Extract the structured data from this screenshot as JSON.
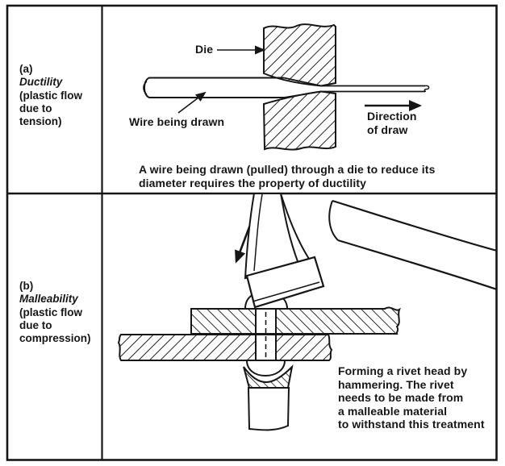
{
  "colors": {
    "ink": "#161616",
    "paper": "#ffffff"
  },
  "panels": {
    "a": {
      "id_label": "(a)",
      "term": "Ductility",
      "subtitle_lines": [
        "(plastic flow",
        "due to",
        "tension)"
      ],
      "die_label": "Die",
      "wire_label": "Wire being drawn",
      "direction_lines": [
        "Direction",
        "of draw"
      ],
      "caption_lines": [
        "A wire being drawn (pulled) through a die to reduce its",
        "diameter requires the property of ductility"
      ]
    },
    "b": {
      "id_label": "(b)",
      "term": "Malleability",
      "subtitle_lines": [
        "(plastic flow",
        "due to",
        "compression)"
      ],
      "caption_lines": [
        "Forming a rivet head by",
        "hammering. The rivet",
        "needs to be made from",
        "a malleable material",
        "to withstand this treatment"
      ]
    }
  },
  "icons": {
    "die_pointer_arrow": "→",
    "wire_pointer_arrow": "↗",
    "draw_direction_arrow": "→",
    "strike_direction_arrow": "↙"
  }
}
